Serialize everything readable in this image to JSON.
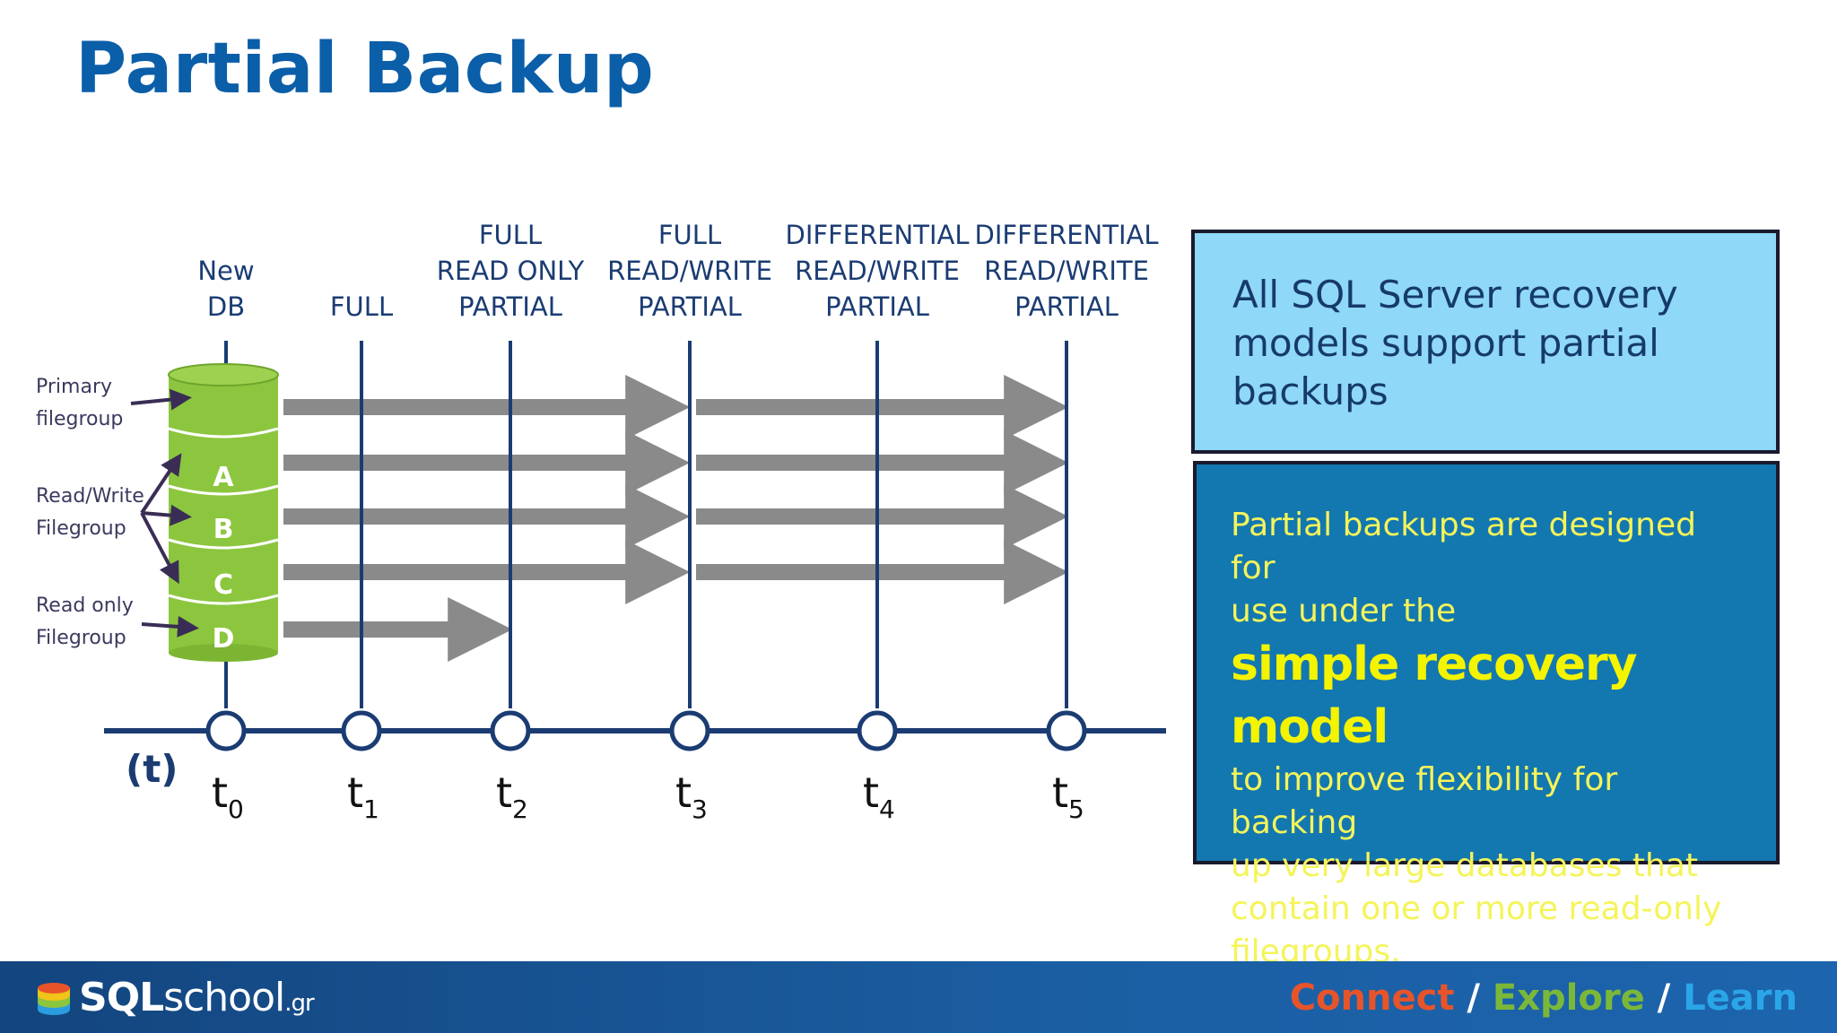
{
  "slide": {
    "title": "Partial Backup"
  },
  "diagram": {
    "columns": [
      {
        "id": "t0",
        "label_lines": [
          "New",
          "DB"
        ],
        "time_main": "t",
        "time_sub": "0"
      },
      {
        "id": "t1",
        "label_lines": [
          "FULL"
        ],
        "time_main": "t",
        "time_sub": "1"
      },
      {
        "id": "t2",
        "label_lines": [
          "FULL",
          "READ ONLY",
          "PARTIAL"
        ],
        "time_main": "t",
        "time_sub": "2"
      },
      {
        "id": "t3",
        "label_lines": [
          "FULL",
          "READ/WRITE",
          "PARTIAL"
        ],
        "time_main": "t",
        "time_sub": "3"
      },
      {
        "id": "t4",
        "label_lines": [
          "DIFFERENTIAL",
          "READ/WRITE",
          "PARTIAL"
        ],
        "time_main": "t",
        "time_sub": "4"
      },
      {
        "id": "t5",
        "label_lines": [
          "DIFFERENTIAL",
          "READ/WRITE",
          "PARTIAL"
        ],
        "time_main": "t",
        "time_sub": "5"
      }
    ],
    "time_axis_label": "(t)",
    "side_labels": {
      "primary": [
        "Primary",
        "filegroup"
      ],
      "read_write": [
        "Read/Write",
        "Filegroup"
      ],
      "read_only": [
        "Read only",
        "Filegroup"
      ]
    },
    "segments": [
      "A",
      "B",
      "C",
      "D"
    ],
    "colors": {
      "cylinder": "#8cc63f",
      "cylinder_dark": "#6fa52c",
      "timeline": "#1b3c73",
      "arrow": "#8a8a8a"
    }
  },
  "callouts": {
    "top": {
      "text": "All SQL Server recovery models support partial backups"
    },
    "bottom": {
      "line1": "Partial backups are designed for",
      "line2": "use under the",
      "emphasis": "simple recovery model",
      "line3": "to improve flexibility for backing",
      "line4": "up very large databases that",
      "line5": "contain one or more read-only",
      "line6": "filegroups."
    }
  },
  "footer": {
    "logo_strong": "SQL",
    "logo_rest": "school",
    "logo_suffix": ".gr",
    "tagline": {
      "connect": "Connect",
      "sep1": " / ",
      "explore": "Explore",
      "sep2": " / ",
      "learn": "Learn",
      "connect_color": "#e8542a",
      "explore_color": "#7bb83a",
      "learn_color": "#2aa6e8"
    }
  }
}
